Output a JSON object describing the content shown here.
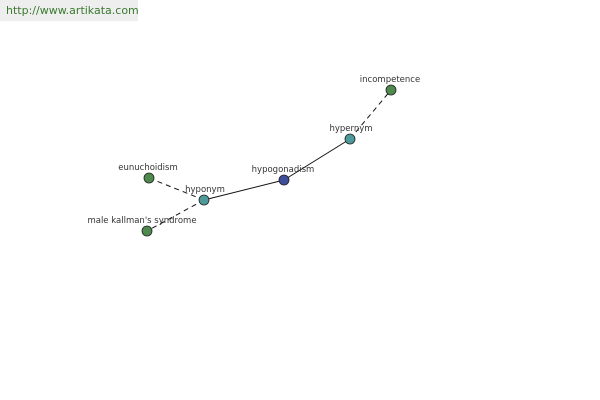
{
  "banner": {
    "url": "http://www.artikata.com"
  },
  "graph": {
    "colors": {
      "center": "#3f4e9a",
      "relation": "#4e9a9a",
      "leaf": "#4e8a4e",
      "stroke": "#222222",
      "edge": "#111111"
    },
    "nodes": [
      {
        "id": "hypogonadism",
        "label": "hypogonadism",
        "kind": "center"
      },
      {
        "id": "hypernym",
        "label": "hypernym",
        "kind": "relation"
      },
      {
        "id": "hyponym",
        "label": "hyponym",
        "kind": "relation"
      },
      {
        "id": "incompetence",
        "label": "incompetence",
        "kind": "leaf"
      },
      {
        "id": "eunuchoidism",
        "label": "eunuchoidism",
        "kind": "leaf"
      },
      {
        "id": "male-kallmans-syndrome",
        "label": "male kallman's syndrome",
        "kind": "leaf"
      }
    ],
    "edges": [
      {
        "from": "hypogonadism",
        "to": "hypernym",
        "style": "solid"
      },
      {
        "from": "hypogonadism",
        "to": "hyponym",
        "style": "solid"
      },
      {
        "from": "hypernym",
        "to": "incompetence",
        "style": "dashed"
      },
      {
        "from": "hyponym",
        "to": "eunuchoidism",
        "style": "dashed"
      },
      {
        "from": "hyponym",
        "to": "male-kallmans-syndrome",
        "style": "dashed"
      }
    ]
  }
}
